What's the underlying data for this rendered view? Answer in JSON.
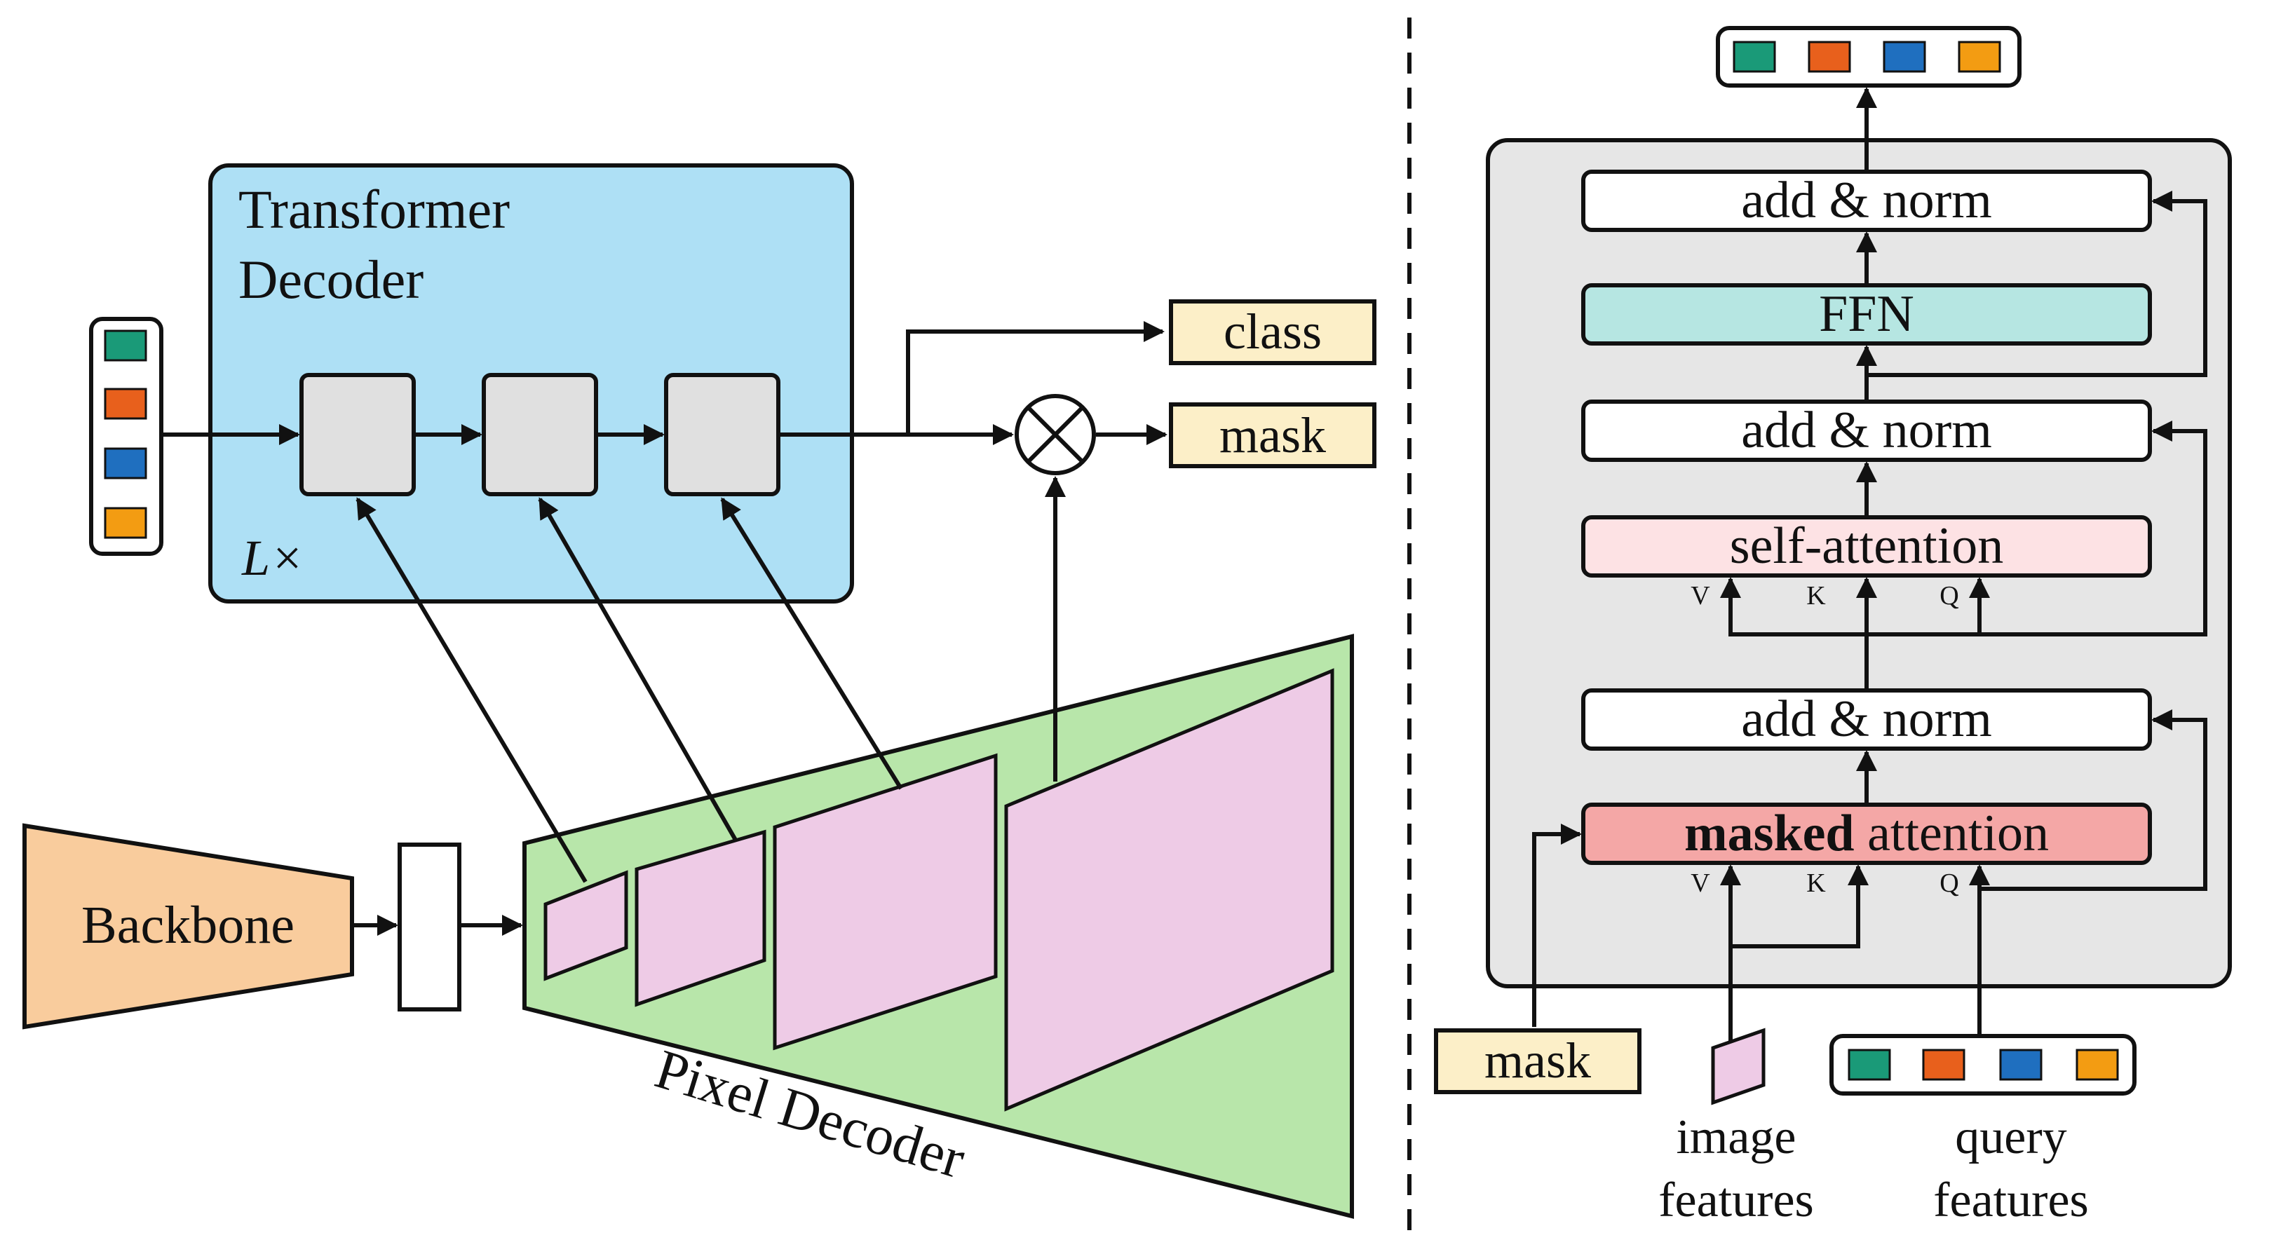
{
  "left_panel": {
    "transformer_decoder": {
      "title_line1": "Transformer",
      "title_line2": "Decoder",
      "repeat_label": "L×"
    },
    "outputs": {
      "class_label": "class",
      "mask_label": "mask"
    },
    "backbone_label": "Backbone",
    "pixel_decoder_label": "Pixel Decoder"
  },
  "right_panel": {
    "blocks": {
      "add_norm_top": "add & norm",
      "ffn": "FFN",
      "add_norm_mid": "add & norm",
      "self_attention": "self-attention",
      "add_norm_low": "add & norm",
      "masked_attention_bold": "masked",
      "masked_attention_rest": " attention"
    },
    "self_attn_inputs": {
      "v": "V",
      "k": "K",
      "q": "Q"
    },
    "masked_attn_inputs": {
      "v": "V",
      "k": "K",
      "q": "Q"
    },
    "mask_input_label": "mask",
    "image_features_line1": "image",
    "image_features_line2": "features",
    "query_features_line1": "query",
    "query_features_line2": "features"
  },
  "colors": {
    "query_green": "#1a9a78",
    "query_orange_red": "#e8601c",
    "query_blue": "#1f6fbf",
    "query_orange": "#f39c12",
    "transformer_bg": "#aee0f5",
    "layer_gray": "#e0e0e0",
    "backbone_orange": "#f9cc9d",
    "pixel_green": "#b8e6aa",
    "feature_pink": "#eecbe6",
    "label_yellow": "#fcefc8",
    "ffn_teal": "#b6e6e2",
    "self_attn_pink": "#fde2e4",
    "masked_attn_red": "#f4a7a6",
    "layer_panel_gray": "#e6e6e6"
  }
}
